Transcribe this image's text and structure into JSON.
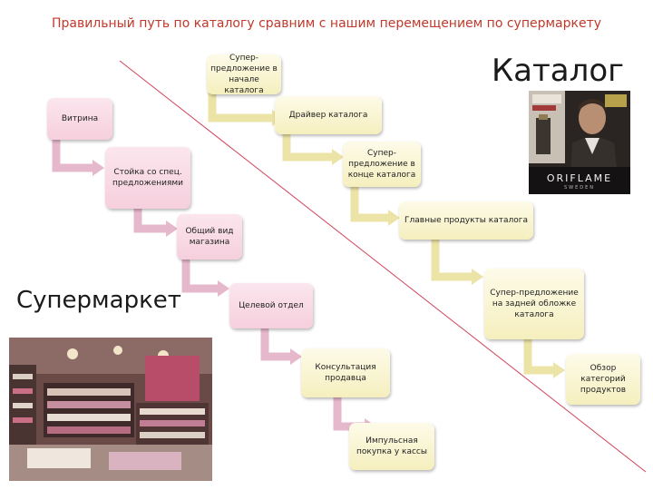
{
  "header": {
    "title": "Правильный путь по каталогу сравним с нашим перемещением по супермаркету"
  },
  "labels": {
    "catalog": "Каталог",
    "supermarket": "Супермаркет"
  },
  "catalog_path": [
    "Супер-предложение в начале каталога",
    "Драйвер каталога",
    "Супер-предложение в конце каталога",
    "Главные продукты каталога",
    "Супер-предложение на задней обложке каталога",
    "Обзор категорий продуктов"
  ],
  "store_path": [
    "Витрина",
    "Стойка со спец. предложениями",
    "Общий вид магазина",
    "Целевой отдел",
    "Консультация продавца",
    "Импульсная покупка у кассы"
  ],
  "catalog_cover": {
    "brand": "ORIFLAME",
    "sub_brand": "SWEDEN"
  },
  "colors": {
    "title": "#c0392b",
    "pink_box": "#f6cfdd",
    "yellow_box": "#f5efbe",
    "pink_arrow": "#e6b8cb",
    "yellow_arrow": "#ece3a6",
    "divider": "#d1435b"
  }
}
